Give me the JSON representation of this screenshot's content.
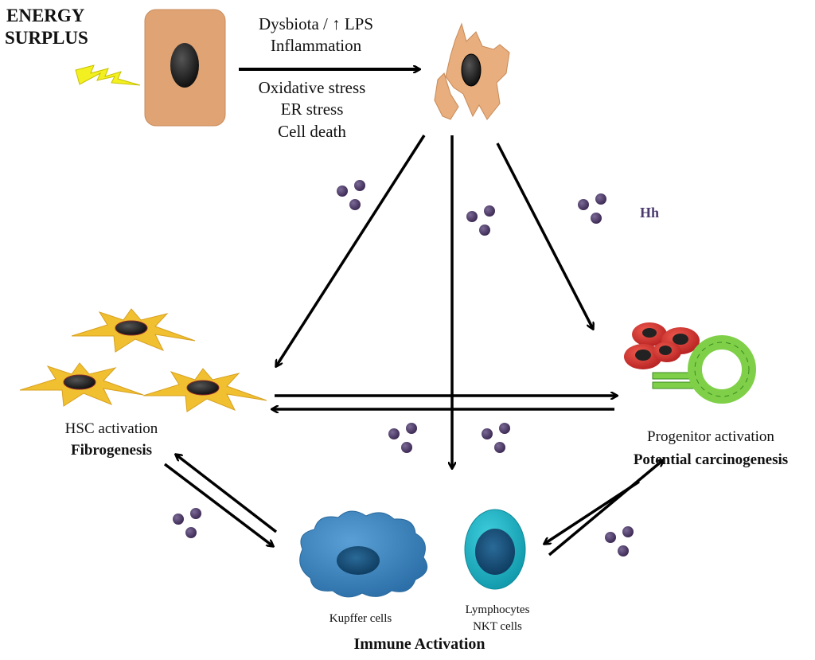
{
  "energy": {
    "line1": "ENERGY",
    "line2": "SURPLUS"
  },
  "top_arrow": {
    "above": [
      "Dysbiota / ↑ LPS",
      "Inflammation"
    ],
    "below": [
      "Oxidative stress",
      "ER stress",
      "Cell death"
    ]
  },
  "hh_label": "Hh",
  "hsc": {
    "line1": "HSC activation",
    "line2": "Fibrogenesis"
  },
  "progenitor": {
    "line1": "Progenitor activation",
    "line2": "Potential carcinogenesis"
  },
  "immune": {
    "kupffer": "Kupffer cells",
    "lymph1": "Lymphocytes",
    "lymph2": "NKT cells",
    "title": "Immune Activation"
  },
  "colors": {
    "hepatocyte": "#e0a474",
    "hedgehog_dots": "#4a3462",
    "hh_text": "#4b3a6e",
    "hsc": "#f0c030",
    "kupffer": "#3d86c0",
    "lymphocyte": "#1fb0c4",
    "progenitor_green": "#7fd048",
    "red_cells": "#d03030"
  }
}
